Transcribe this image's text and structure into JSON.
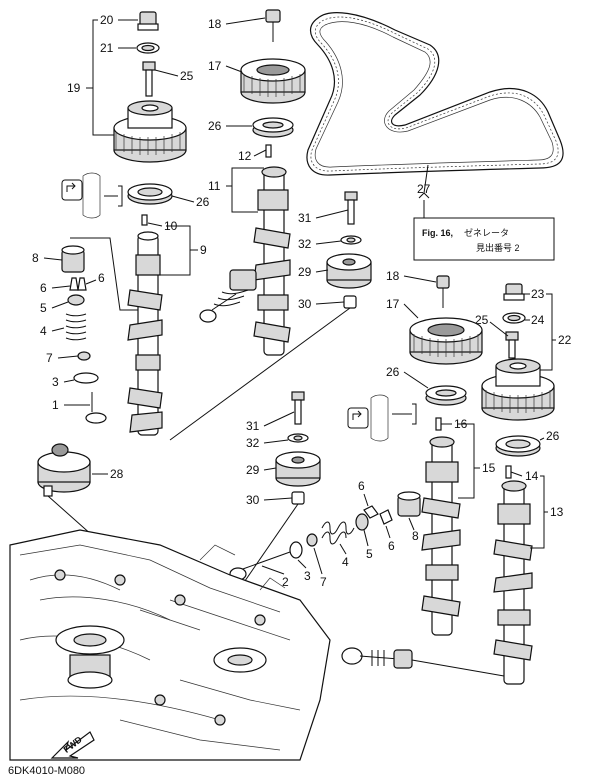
{
  "diagram": {
    "figure_code": "6DK4010-M080",
    "fwd_label": "FWD",
    "reference_box": {
      "fig": "Fig. 16,",
      "title_jp": "ゼネレータ",
      "subtitle_jp": "見出番号 2"
    },
    "callouts": {
      "c1": "1",
      "c2": "2",
      "c3": "3",
      "c4": "4",
      "c5a": "5",
      "c5b": "5",
      "c6a": "6",
      "c6b": "6",
      "c6c": "6",
      "c6d": "6",
      "c7a": "7",
      "c7b": "7",
      "c8a": "8",
      "c8b": "8",
      "c9": "9",
      "c10": "10",
      "c11": "11",
      "c12": "12",
      "c13": "13",
      "c14": "14",
      "c15": "15",
      "c16": "16",
      "c17a": "17",
      "c17b": "17",
      "c18a": "18",
      "c18b": "18",
      "c19": "19",
      "c20": "20",
      "c21": "21",
      "c22": "22",
      "c23": "23",
      "c24": "24",
      "c25a": "25",
      "c25b": "25",
      "c26a": "26",
      "c26b": "26",
      "c26c": "26",
      "c26d": "26",
      "c27": "27",
      "c28": "28",
      "c29a": "29",
      "c29b": "29",
      "c30a": "30",
      "c30b": "30",
      "c31a": "31",
      "c31b": "31",
      "c32a": "32",
      "c32b": "32"
    }
  }
}
